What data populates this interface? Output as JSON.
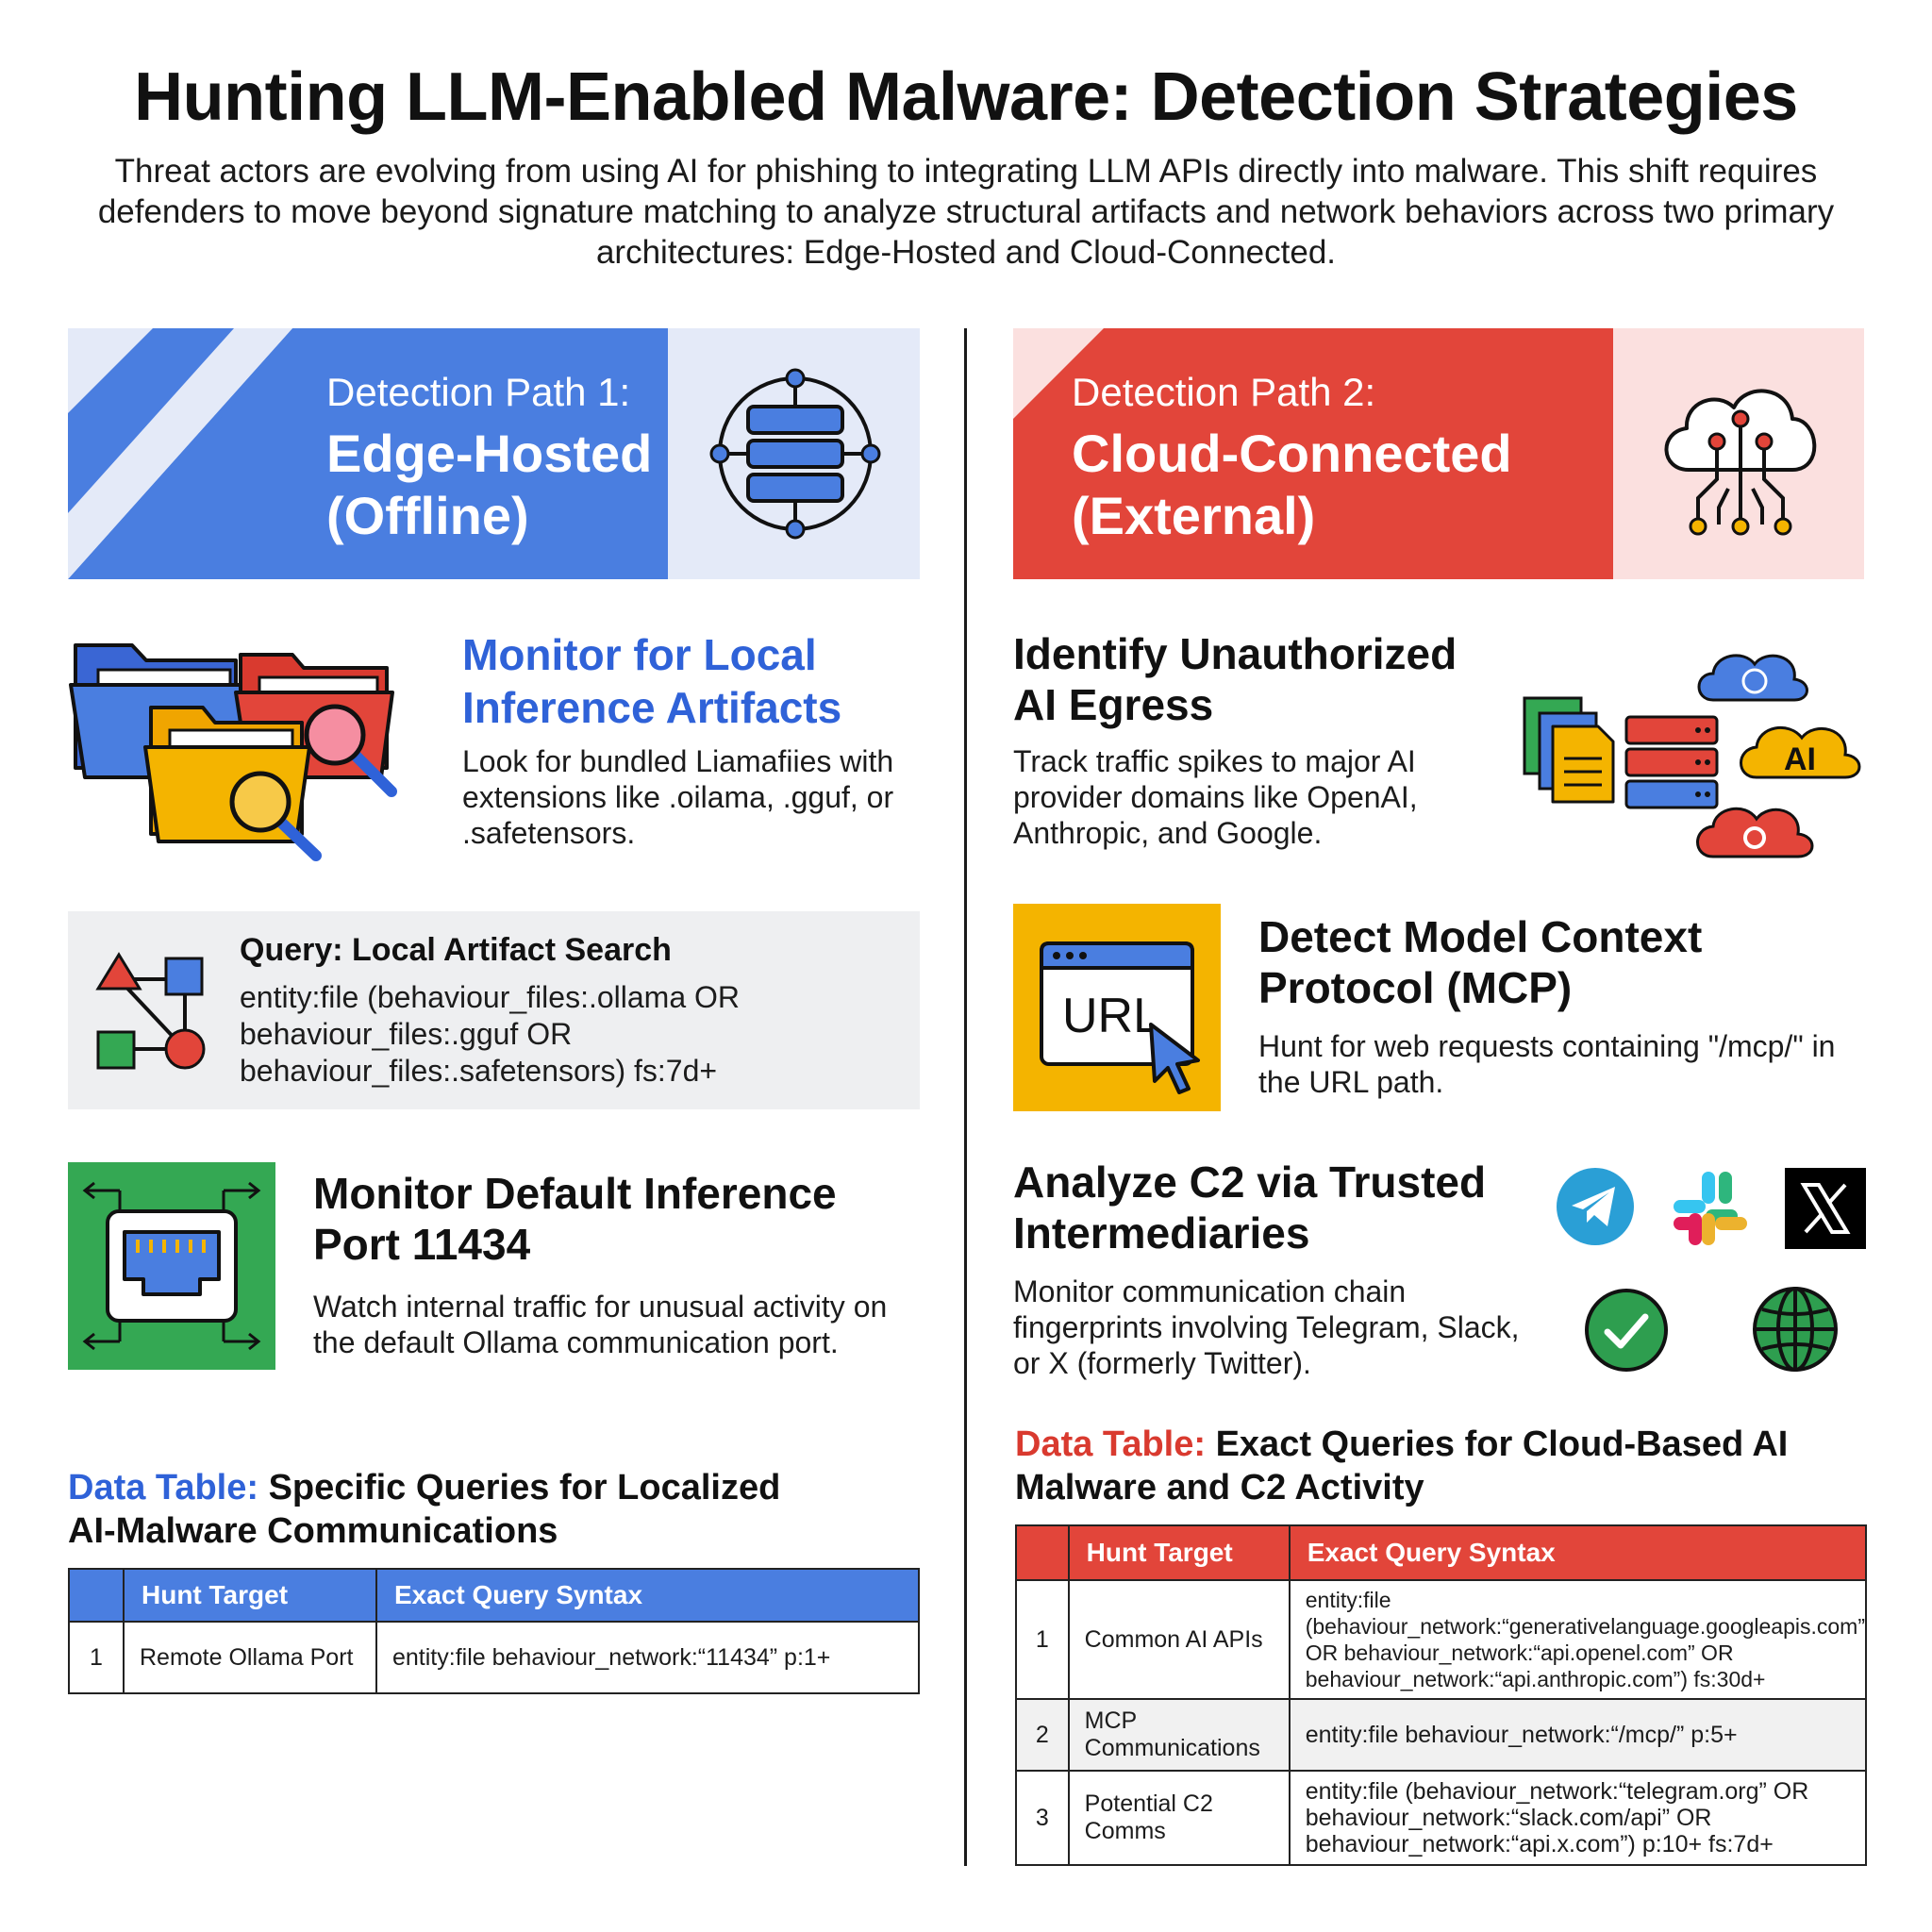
{
  "header": {
    "title": "Hunting LLM-Enabled Malware: Detection Strategies",
    "subtitle": "Threat actors are evolving from using AI for phishing to integrating LLM APIs directly into malware. This shift requires defenders to move beyond signature matching to analyze structural artifacts and network behaviors across two primary architectures: Edge-Hosted and Cloud-Connected."
  },
  "path1": {
    "banner_pre": "Detection Path 1:",
    "banner_line1": "Edge-Hosted",
    "banner_line2": "(Offline)",
    "colors": {
      "primary": "#4a7ee0",
      "light": "#e4eaf8"
    },
    "icon": "database-network-icon",
    "section1": {
      "title_line1": "Monitor for Local",
      "title_line2": "Inference Artifacts",
      "body_line1": "Look for bundled Liamafiies with",
      "body_line2": "extensions like .oilama, .gguf, or",
      "body_line3": ".safetensors.",
      "icon": "folders-search-icon"
    },
    "query": {
      "title": "Query: Local Artifact Search",
      "line1": "entity:file (behaviour_files:.ollama OR",
      "line2": "behaviour_files:.gguf OR",
      "line3": "behaviour_files:.safetensors) fs:7d+",
      "icon": "shapes-graph-icon"
    },
    "section2": {
      "title_line1": "Monitor Default Inference",
      "title_line2": "Port 11434",
      "body_line1": "Watch internal traffic for unusual activity on",
      "body_line2": "the default Ollama communication port.",
      "icon": "ethernet-port-icon"
    },
    "table": {
      "label": "Data Table:",
      "title_line1": "Specific Queries for Localized",
      "title_line2": "AI-Malware Communications",
      "headers": [
        "",
        "Hunt Target",
        "Exact Query Syntax"
      ],
      "rows": [
        {
          "num": "1",
          "target": "Remote Ollama Port",
          "query": "entity:file behaviour_network:“11434” p:1+"
        }
      ]
    }
  },
  "path2": {
    "banner_pre": "Detection Path 2:",
    "banner_line1": "Cloud-Connected",
    "banner_line2": "(External)",
    "colors": {
      "primary": "#e2453a",
      "light": "#fbe0df"
    },
    "icon": "cloud-circuit-icon",
    "section1": {
      "title_line1": "Identify Unauthorized",
      "title_line2": "AI Egress",
      "body_line1": "Track traffic spikes to major AI",
      "body_line2": "provider domains like OpenAI,",
      "body_line3": "Anthropic, and Google.",
      "badge": "AI",
      "icon": "ai-providers-icon"
    },
    "section2": {
      "title_line1": "Detect Model Context",
      "title_line2": "Protocol (MCP)",
      "body_line1": "Hunt for web requests containing \"/mcp/\" in",
      "body_line2": "the URL path.",
      "url_label": "URL",
      "icon": "url-browser-icon"
    },
    "section3": {
      "title_line1": "Analyze C2 via Trusted",
      "title_line2": "Intermediaries",
      "body_line1": "Monitor communication chain",
      "body_line2": "fingerprints involving Telegram, Slack,",
      "body_line3": "or X (formerly Twitter).",
      "icons": [
        "telegram-icon",
        "slack-icon",
        "x-icon",
        "check-icon",
        "globe-icon"
      ]
    },
    "table": {
      "label": "Data Table:",
      "title_line1": "Exact Queries for Cloud-Based AI",
      "title_line2": "Malware and C2 Activity",
      "headers": [
        "",
        "Hunt Target",
        "Exact Query Syntax"
      ],
      "rows": [
        {
          "num": "1",
          "target": "Common AI APIs",
          "q1": "entity:file",
          "q2": "(behaviour_network:“generativelanguage.googleapis.com”",
          "q3": "OR behaviour_network:“api.openel.com” OR",
          "q4": "behaviour_network:“api.anthropic.com”) fs:30d+"
        },
        {
          "num": "2",
          "target1": "MCP",
          "target2": "Communications",
          "q1": "entity:file behaviour_network:“/mcp/” p:5+"
        },
        {
          "num": "3",
          "target1": "Potential C2",
          "target2": "Comms",
          "q1": "entity:file (behaviour_network:“telegram.org” OR",
          "q2": "behaviour_network:“slack.com/api” OR",
          "q3": "behaviour_network:“api.x.com”) p:10+ fs:7d+"
        }
      ]
    }
  }
}
